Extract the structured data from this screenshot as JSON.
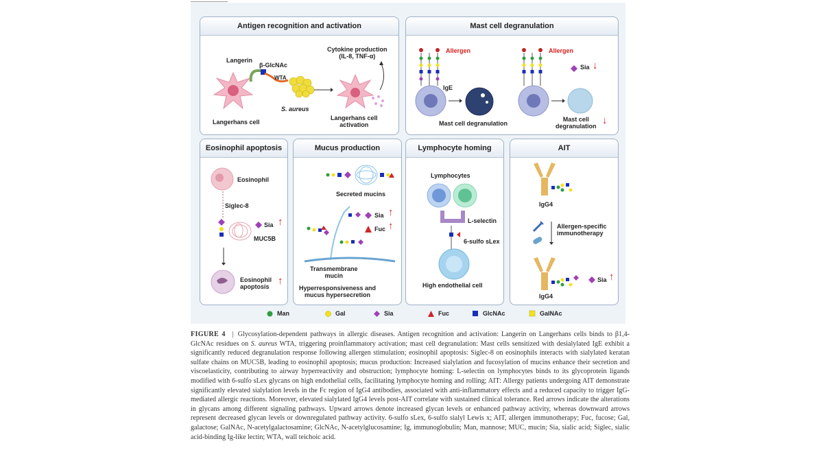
{
  "figure": {
    "panels": {
      "antigen": {
        "title": "Antigen recognition and activation",
        "langerin": "Langerin",
        "glcnac": "β-GlcNAc",
        "wta": "WTA",
        "saureus": "S. aureus",
        "cell1": "Langerhans cell",
        "cytokine": "Cytokine production\n(IL-8, TNF-α)",
        "cell2": "Langerhans cell\nactivation"
      },
      "mast": {
        "title": "Mast cell degranulation",
        "allergen1": "Allergen",
        "allergen2": "Allergen",
        "ige": "IgE",
        "degran1": "Mast cell degranulation",
        "sia": "Sia",
        "degran2": "Mast cell\ndegranulation"
      },
      "eos": {
        "title": "Eosinophil apoptosis",
        "eosinophil": "Eosinophil",
        "siglec": "Siglec-8",
        "sia": "Sia",
        "muc5b": "MUC5B",
        "apoptosis": "Eosinophil\napoptosis"
      },
      "mucus": {
        "title": "Mucus production",
        "secreted": "Secreted mucins",
        "sia": "Sia",
        "fuc": "Fuc",
        "transmembrane": "Transmembrane\nmucin",
        "hyper": "Hyperresponsiveness and\nmucus hypersecretion"
      },
      "lymph": {
        "title": "Lymphocyte homing",
        "lymphocytes": "Lymphocytes",
        "lselectin": "L-selectin",
        "sulfo": "6-sulfo sLex",
        "hec": "High endothelial cell"
      },
      "ait": {
        "title": "AIT",
        "igg4a": "IgG4",
        "therapy": "Allergen-specific\nimmunotherapy",
        "igg4b": "IgG4",
        "sia": "Sia"
      }
    },
    "legend": [
      {
        "label": "Man",
        "icon": "green-circle-icon",
        "color": "#2e9e3e"
      },
      {
        "label": "Gal",
        "icon": "yellow-circle-icon",
        "color": "#f2e21a"
      },
      {
        "label": "Sia",
        "icon": "purple-diamond-icon",
        "color": "#a040b8"
      },
      {
        "label": "Fuc",
        "icon": "red-triangle-icon",
        "color": "#d0262a"
      },
      {
        "label": "GlcNAc",
        "icon": "blue-square-icon",
        "color": "#1a2fb8"
      },
      {
        "label": "GalNAc",
        "icon": "yellow-square-icon",
        "color": "#f2e21a"
      }
    ]
  },
  "caption": {
    "label": "FIGURE 4",
    "sep": "|",
    "text_a": "Glycosylation-dependent pathways in allergic diseases. Antigen recognition and activation: Langerin on Langerhans cells binds to β1,4-GlcNAc residues on ",
    "italic": "S. aureus",
    "text_b": " WTA, triggering proinflammatory activation; mast cell degranulation: Mast cells sensitized with desialylated IgE exhibit a significantly reduced degranulation response following allergen stimulation; eosinophil apoptosis: Siglec-8 on eosinophils interacts with sialylated keratan sulfate chains on MUC5B, leading to eosinophil apoptosis; mucus production: Increased sialylation and fucosylation of mucins enhance their secretion and viscoelasticity, contributing to airway hyperreactivity and obstruction; lymphocyte homing: L-selectin on lymphocytes binds to its glycoprotein ligands modified with 6-sulfo sLex glycans on high endothelial cells, facilitating lymphocyte homing and rolling; AIT: Allergy patients undergoing AIT demonstrate significantly elevated sialylation levels in the Fc region of IgG4 antibodies, associated with anti-inflammatory effects and a reduced capacity to trigger IgG-mediated allergic reactions. Moreover, elevated sialylated IgG4 levels post-AIT correlate with sustained clinical tolerance. Red arrows indicate the alterations in glycans among different signaling pathways. Upward arrows denote increased glycan levels or enhanced pathway activity, whereas downward arrows represent decreased glycan levels or downregulated pathway activity. 6-sulfo sLex, 6-sulfo sialyl Lewis x; AIT, allergen immunotherapy; Fuc, fucose; Gal, galactose; GalNAc, N-acetylgalactosamine; GlcNAc, N-acetylglucosamine; Ig, immunoglobulin; Man, mannose; MUC, mucin; Sia, sialic acid; Siglec, sialic acid-binding Ig-like lectin; WTA, wall teichoic acid."
  }
}
